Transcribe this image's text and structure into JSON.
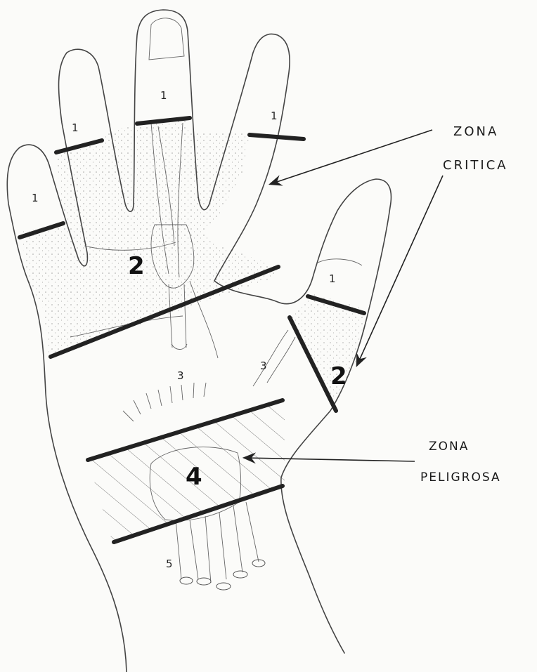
{
  "figure": {
    "labels": {
      "zona_critica_line1": "ZONA",
      "zona_critica_line2": "CRITICA",
      "zona_peligrosa_line1": "ZONA",
      "zona_peligrosa_line2": "PELIGROSA"
    },
    "zone_numbers": {
      "little_finger_1": "1",
      "ring_finger_1": "1",
      "middle_finger_1": "1",
      "index_finger_1": "1",
      "thumb_1": "1",
      "palm_2": "2",
      "thumb_2": "2",
      "palm_3": "3",
      "thumb_3": "3",
      "carpal_4": "4",
      "forearm_5": "5"
    }
  }
}
